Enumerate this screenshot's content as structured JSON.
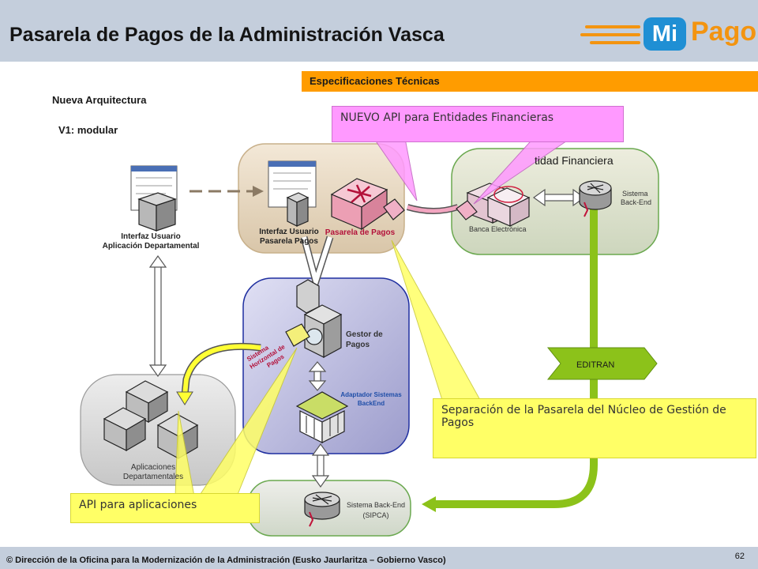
{
  "header": {
    "title": "Pasarela de Pagos de la Administración Vasca"
  },
  "logo": {
    "mi": "Mi",
    "pago": "Pago"
  },
  "spec_bar": {
    "label": "Especificaciones Técnicas"
  },
  "headings": {
    "arch": "Nueva Arquitectura",
    "version": "V1: modular"
  },
  "callouts": {
    "api_financieras": "NUEVO API para Entidades Financieras",
    "separacion": "Separación de la Pasarela del Núcleo de Gestión de Pagos",
    "api_aplicaciones": "API para aplicaciones"
  },
  "nodes": {
    "entidad_financiera": "tidad Financiera",
    "sistema_backend": [
      "Sistema",
      "Back-End"
    ],
    "banca_electronica": "Banca Electrónica",
    "interfaz_dept": [
      "Interfaz Usuario",
      "Aplicación Departamental"
    ],
    "interfaz_pasarela": [
      "Interfaz Usuario",
      "Pasarela Pagos"
    ],
    "pasarela_pagos": "Pasarela de Pagos",
    "gestor_pagos": [
      "Gestor de",
      "Pagos"
    ],
    "sistema_horizontal": [
      "Sistema",
      "Horizontal de",
      "Pagos"
    ],
    "adaptador": [
      "Adaptador Sistemas",
      "BackEnd"
    ],
    "editran": "EDITRAN",
    "aplicaciones": [
      "Aplicaciones",
      "Departamentales"
    ],
    "sipca": [
      "Sistema Back-End",
      "(SIPCA)"
    ]
  },
  "footer": {
    "text": "© Dirección de la Oficina para la Modernización de la Administración (Eusko Jaurlaritza – Gobierno Vasco)",
    "page": "62"
  },
  "colors": {
    "header_bg": "#c4cedc",
    "spec_bar": "#ff9c00",
    "callout_pink": "#ff99ff",
    "callout_yellow": "#ffff66",
    "arrow_green": "#8cc21a",
    "logo_blue": "#1f8fd4",
    "logo_orange": "#f39410"
  }
}
